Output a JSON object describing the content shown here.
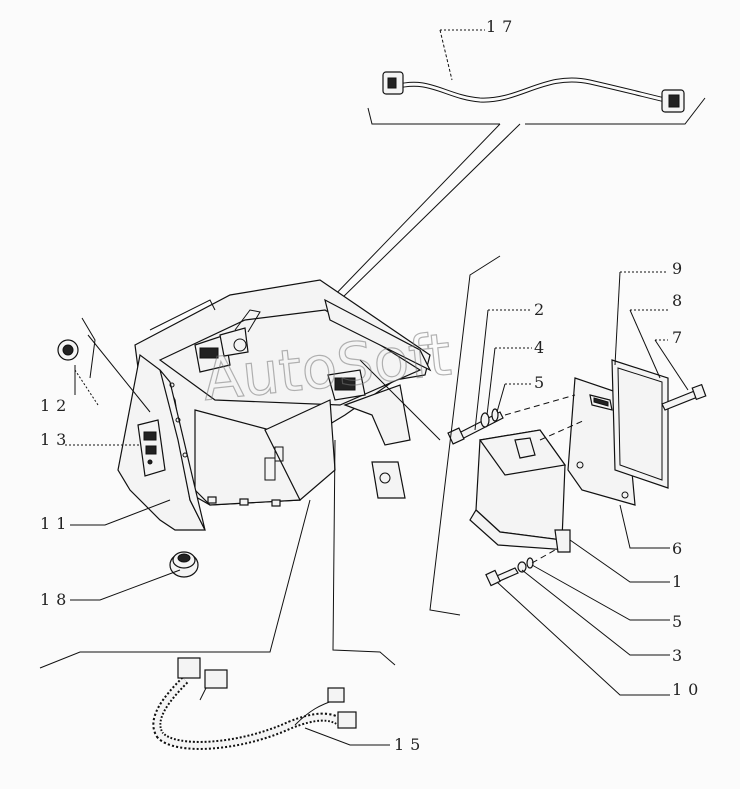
{
  "watermark": "AutoSoft",
  "callouts": {
    "c1": "1",
    "c2": "2",
    "c3": "3",
    "c4": "4",
    "c5a": "5",
    "c5b": "5",
    "c6": "6",
    "c7": "7",
    "c8": "8",
    "c9": "9",
    "c10": "10",
    "c11": "11",
    "c12": "12",
    "c13": "13",
    "c15": "15",
    "c17": "17",
    "c18": "18"
  }
}
